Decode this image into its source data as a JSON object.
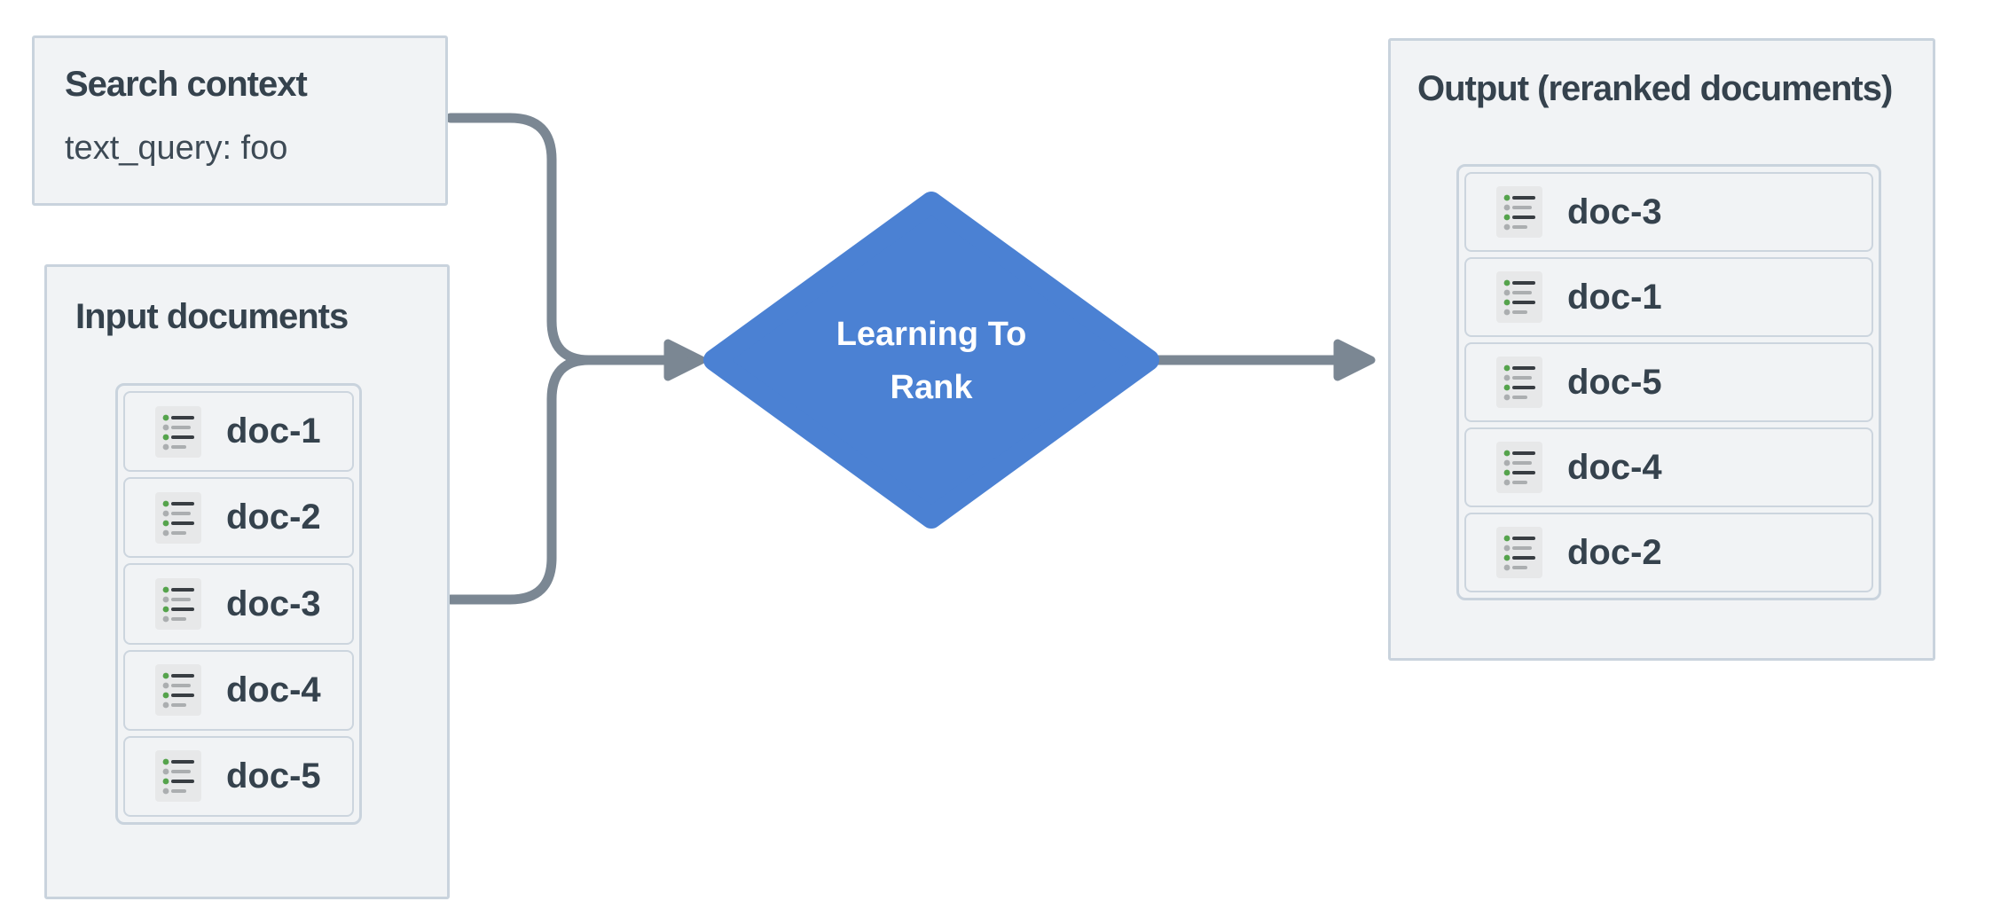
{
  "diagram": {
    "search_context": {
      "title": "Search context",
      "query": "text_query: foo"
    },
    "input_documents": {
      "title": "Input documents",
      "docs": [
        "doc-1",
        "doc-2",
        "doc-3",
        "doc-4",
        "doc-5"
      ]
    },
    "process_node": {
      "label_line1": "Learning To",
      "label_line2": "Rank"
    },
    "output": {
      "title": "Output (reranked documents)",
      "docs": [
        "doc-3",
        "doc-1",
        "doc-5",
        "doc-4",
        "doc-2"
      ]
    }
  },
  "icons": {
    "doc_icon": "list-icon"
  },
  "colors": {
    "node_blue": "#4b81d3",
    "node_text": "#ffffff",
    "connector_gray": "#7b8793",
    "panel_fill": "#f1f3f5",
    "panel_border": "#c9d3dd",
    "text_dark": "#35424d",
    "icon_background": "#e7e8e9",
    "icon_green": "#55a34c",
    "icon_dark_line": "#383d42",
    "icon_gray": "#abaeb0"
  }
}
